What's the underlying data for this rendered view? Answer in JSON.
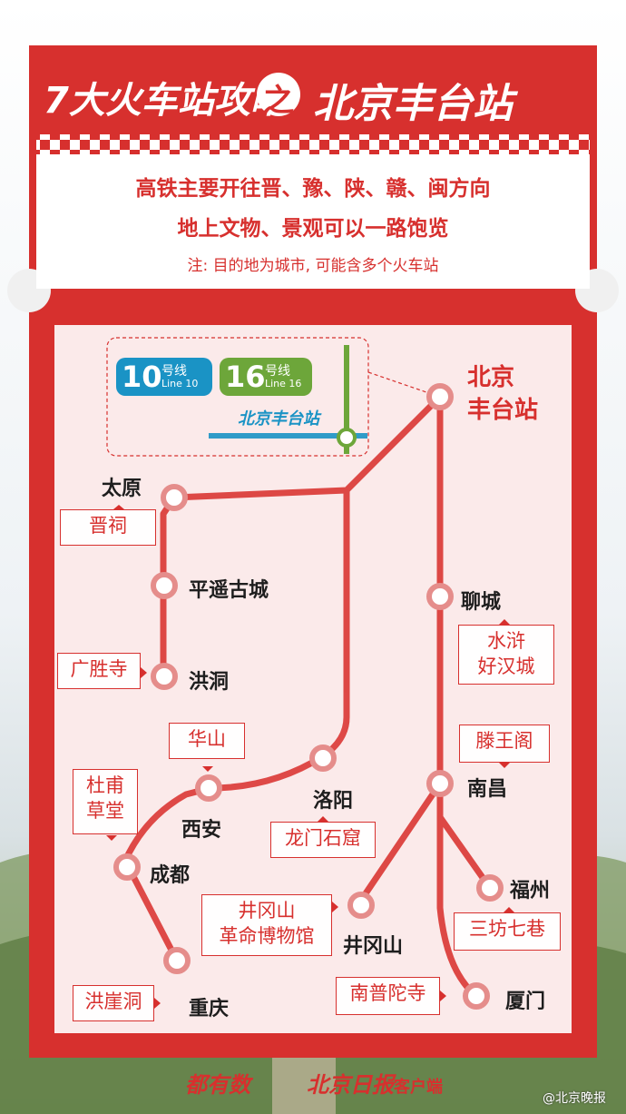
{
  "header": {
    "title_left": "7大火车站攻略",
    "title_mid": "之",
    "title_right": "北京丰台站",
    "line1": "高铁主要开往晋、豫、陕、赣、闽方向",
    "line2": "地上文物、景观可以一路饱览",
    "note": "注: 目的地为城市, 可能含多个火车站"
  },
  "metro": {
    "line10": {
      "num": "10",
      "cn": "号线",
      "en": "Line 10",
      "color": "#1a93c5"
    },
    "line16": {
      "num": "16",
      "cn": "号线",
      "en": "Line 16",
      "color": "#6da63a"
    },
    "station": "北京丰台站"
  },
  "stations": {
    "fengtai": [
      "北京",
      "丰台站"
    ],
    "taiyuan": "太原",
    "pingyao": "平遥古城",
    "hongdong": "洪洞",
    "luoyang": "洛阳",
    "xian": "西安",
    "chengdu": "成都",
    "chongqing": "重庆",
    "liaocheng": "聊城",
    "nanchang": "南昌",
    "fuzhou": "福州",
    "jinggangshan": "井冈山",
    "xiamen": "厦门"
  },
  "sights": {
    "jinci": "晋祠",
    "guangsheng": "广胜寺",
    "huashan": "华山",
    "dufu": [
      "杜甫",
      "草堂"
    ],
    "longmen": "龙门石窟",
    "hongyadong": "洪崖洞",
    "shuihu": [
      "水浒",
      "好汉城"
    ],
    "tengwang": "滕王阁",
    "sanfang": "三坊七巷",
    "jgs_museum": [
      "井冈山",
      "革命博物馆"
    ],
    "nanputuo": "南普陀寺"
  },
  "footer": {
    "brand1": "都有数",
    "brand2": "北京日报",
    "brand2_suffix": "客户端",
    "weibo": "@北京晚报"
  },
  "colors": {
    "red": "#d7302e",
    "dark": "#1e1e1e",
    "route": "#db3b38"
  }
}
